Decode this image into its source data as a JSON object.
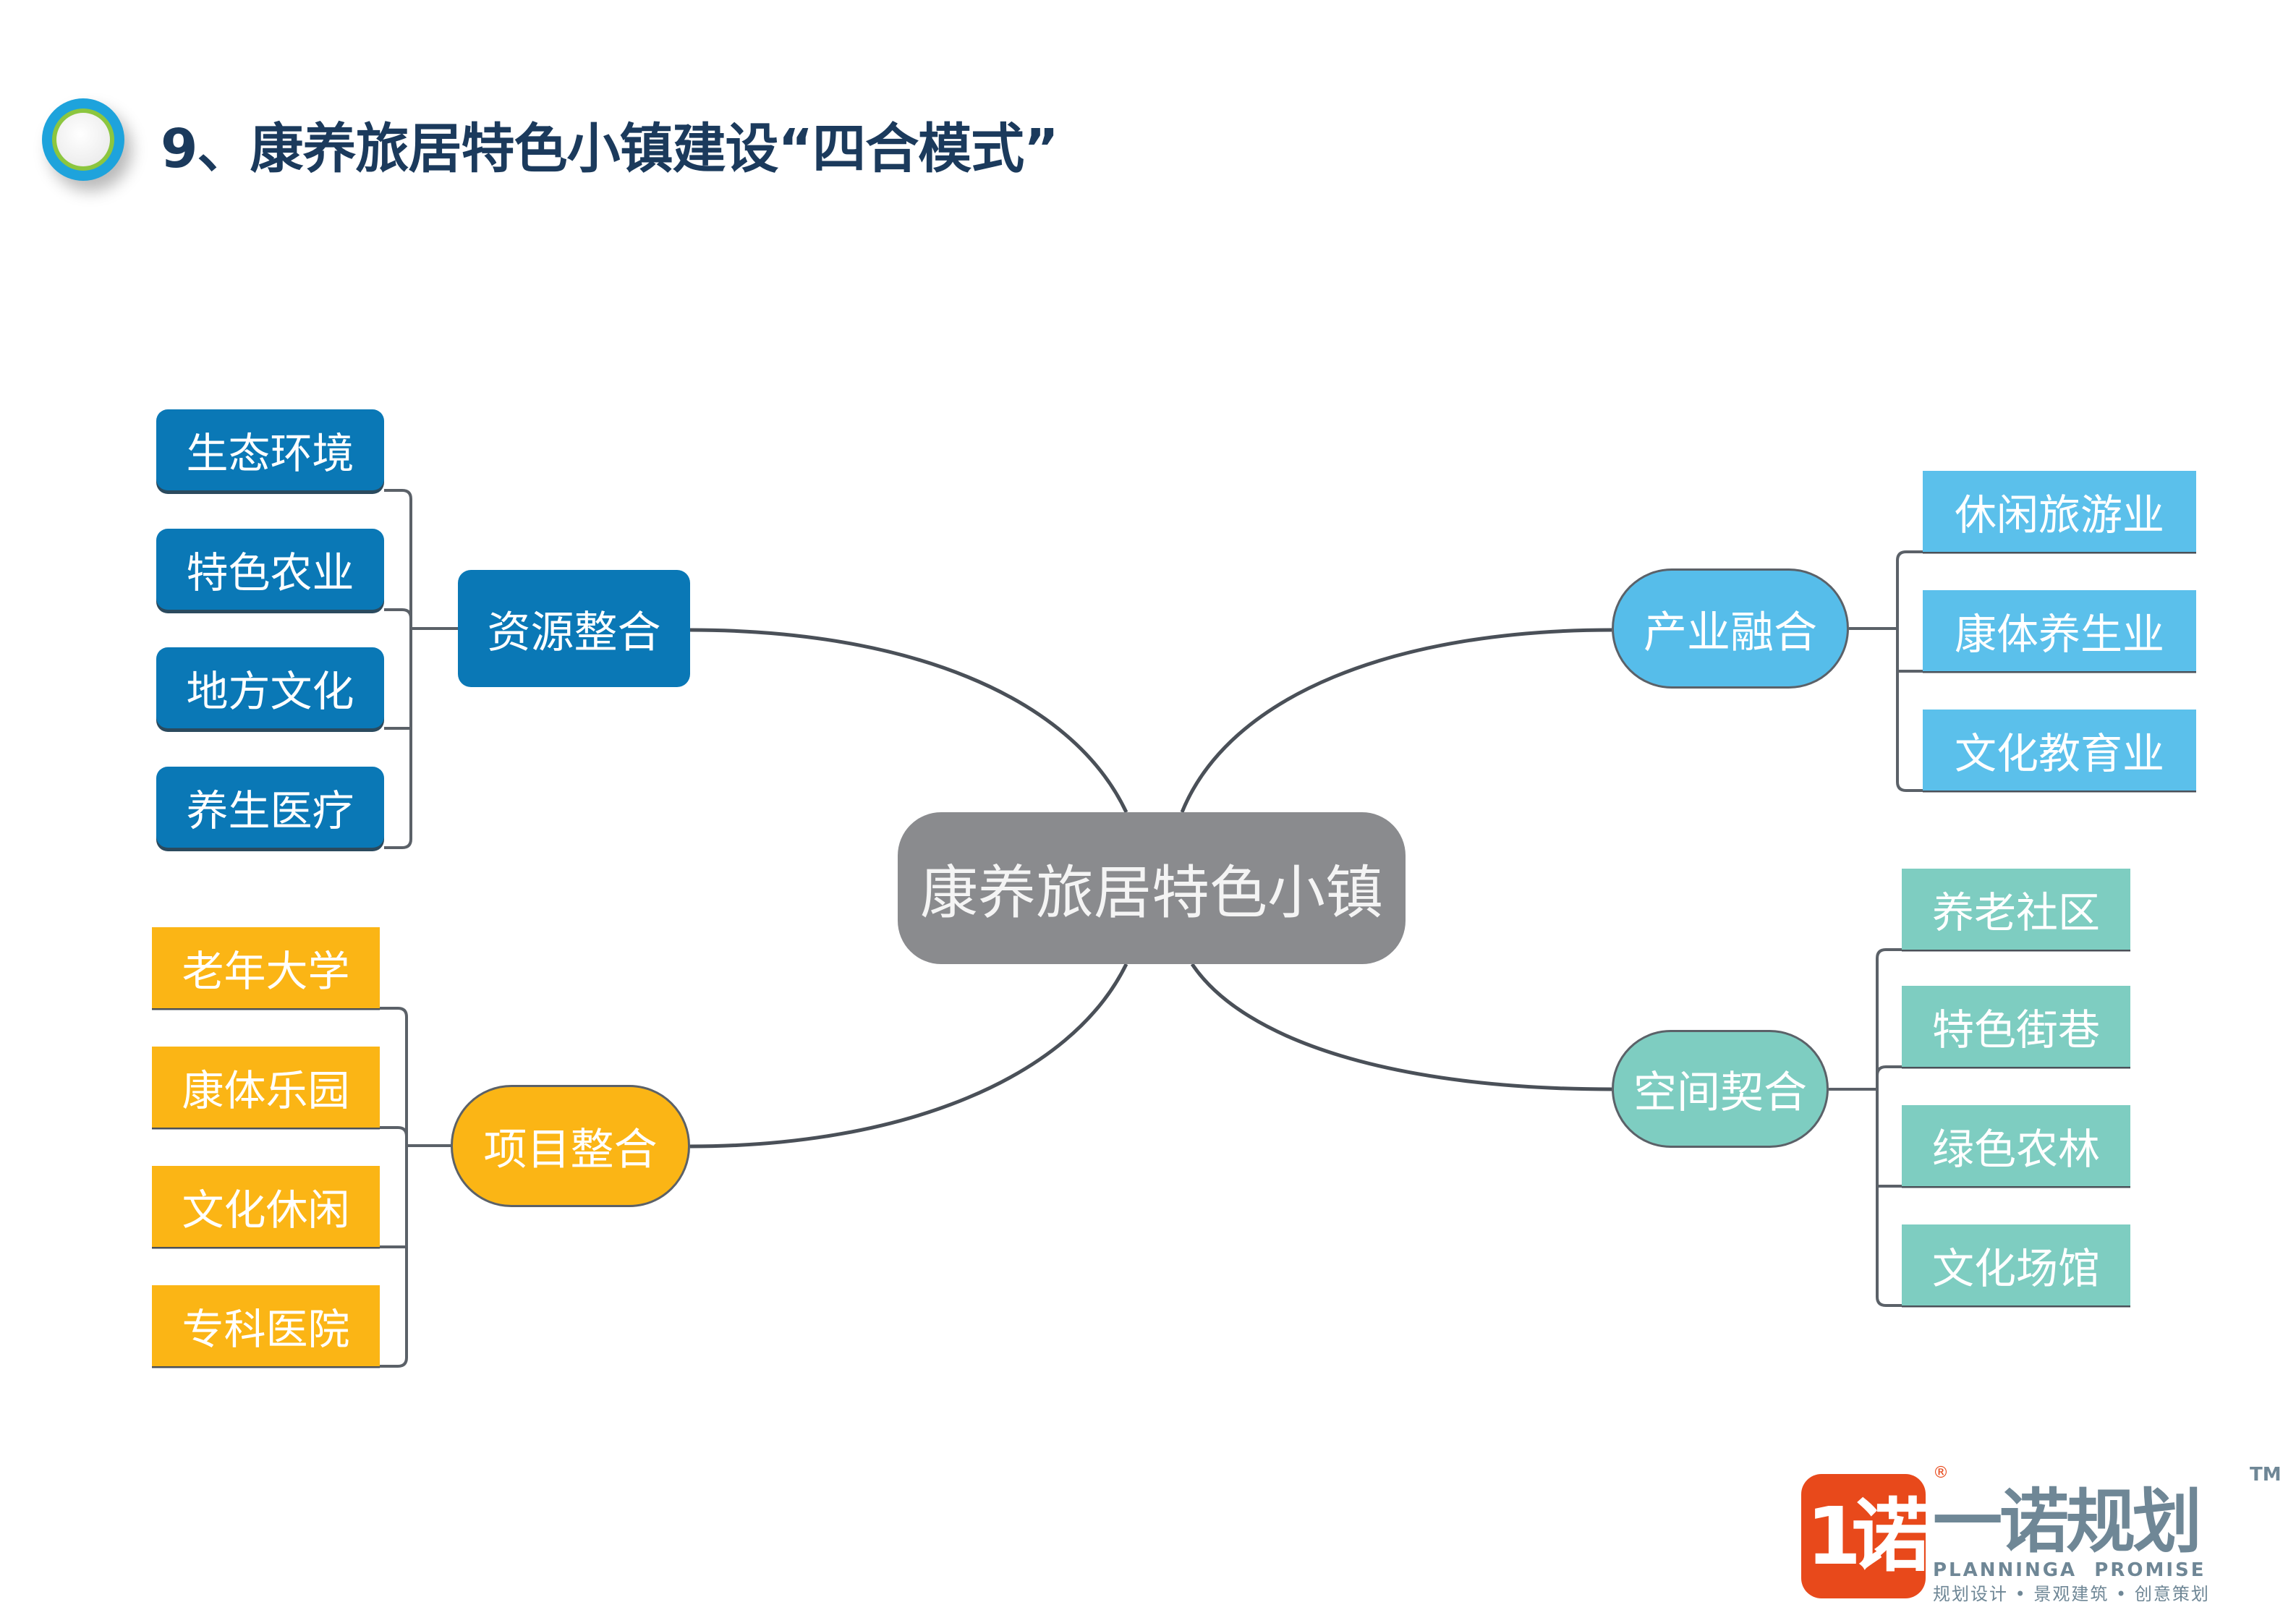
{
  "title": "9、康养旅居特色小镇建设“四合模式”",
  "center": "康养旅居特色小镇",
  "branches": {
    "resource": {
      "label": "资源整合",
      "color": "#0a78b6",
      "items": [
        "生态环境",
        "特色农业",
        "地方文化",
        "养生医疗"
      ]
    },
    "project": {
      "label": "项目整合",
      "color": "#fbb515",
      "items": [
        "老年大学",
        "康体乐园",
        "文化休闲",
        "专科医院"
      ]
    },
    "industry": {
      "label": "产业融合",
      "color": "#56bdea",
      "items": [
        "休闲旅游业",
        "康体养生业",
        "文化教育业"
      ]
    },
    "space": {
      "label": "空间契合",
      "color": "#7ecdc1",
      "items": [
        "养老社区",
        "特色街巷",
        "绿色农林",
        "文化场馆"
      ]
    }
  },
  "logo": {
    "mark": "1诺",
    "name": "一诺规划",
    "english": "PLANNINGA  PROMISE",
    "tagline": "规划设计 • 景观建筑 • 创意策划",
    "registered": "®",
    "trademark": "TM"
  }
}
